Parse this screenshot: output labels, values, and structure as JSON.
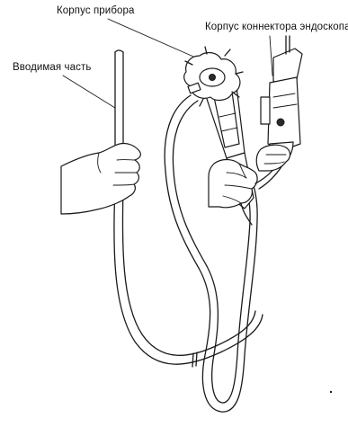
{
  "labels": {
    "control_body": "Корпус прибора",
    "insertion_tube": "Вводимая часть",
    "connector_body": "Корпус коннектора эндоскопа"
  },
  "colors": {
    "line": "#1a1a1a",
    "background": "#ffffff"
  }
}
